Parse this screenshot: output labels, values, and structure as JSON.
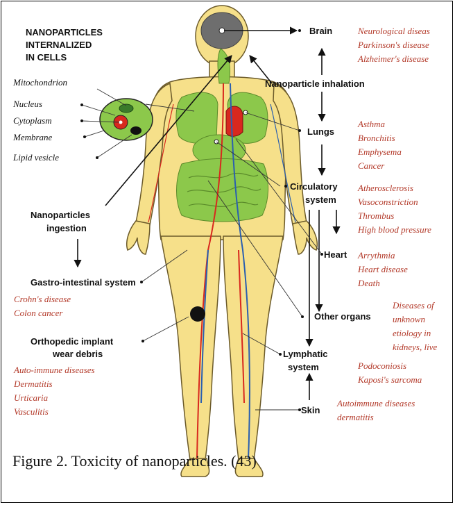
{
  "header": {
    "line1": "NANOPARTICLES",
    "line2": "INTERNALIZED",
    "line3": "IN CELLS"
  },
  "cell_parts": [
    "Mitochondrion",
    "Nucleus",
    "Cytoplasm",
    "Membrane",
    "Lipid vesicle"
  ],
  "routes": {
    "inhalation": "Nanoparticle inhalation",
    "ingestion_line1": "Nanoparticles",
    "ingestion_line2": "ingestion"
  },
  "organs": {
    "brain": "Brain",
    "lungs": "Lungs",
    "circulatory_line1": "Circulatory",
    "circulatory_line2": "system",
    "heart": "Heart",
    "other_organs": "Other organs",
    "lymphatic_line1": "Lymphatic",
    "lymphatic_line2": "system",
    "skin": "Skin",
    "gi": "Gastro-intestinal system",
    "ortho_line1": "Orthopedic implant",
    "ortho_line2": "wear debris"
  },
  "diseases": {
    "brain": [
      "Neurological diseas",
      "Parkinson's disease",
      "Alzheimer's disease"
    ],
    "lungs": [
      "Asthma",
      "Bronchitis",
      "Emphysema",
      "Cancer"
    ],
    "circulatory": [
      "Atherosclerosis",
      "Vasoconstriction",
      "Thrombus",
      "High blood pressure"
    ],
    "heart": [
      "Arrythmia",
      "Heart disease",
      "Death"
    ],
    "other_organs": [
      "Diseases of",
      "unknown",
      "etiology in",
      "kidneys, live"
    ],
    "lymphatic": [
      "Podoconiosis",
      "Kaposi's sarcoma"
    ],
    "skin": [
      "Autoimmune diseases",
      "dermatitis"
    ],
    "gi": [
      "Crohn's disease",
      "Colon cancer"
    ],
    "ortho": [
      "Auto-immune diseases",
      "Dermatitis",
      "Urticaria",
      "Vasculitis"
    ]
  },
  "colors": {
    "body_fill": "#f6e08a",
    "body_outline": "#6b5a2a",
    "organ_green": "#8cc84b",
    "brain_gray": "#6e6e6e",
    "blood_red": "#d8281e",
    "vein_blue": "#2a5fb0",
    "disease_text": "#b33a2a"
  },
  "caption": "Figure 2. Toxicity of nanoparticles. (43)"
}
